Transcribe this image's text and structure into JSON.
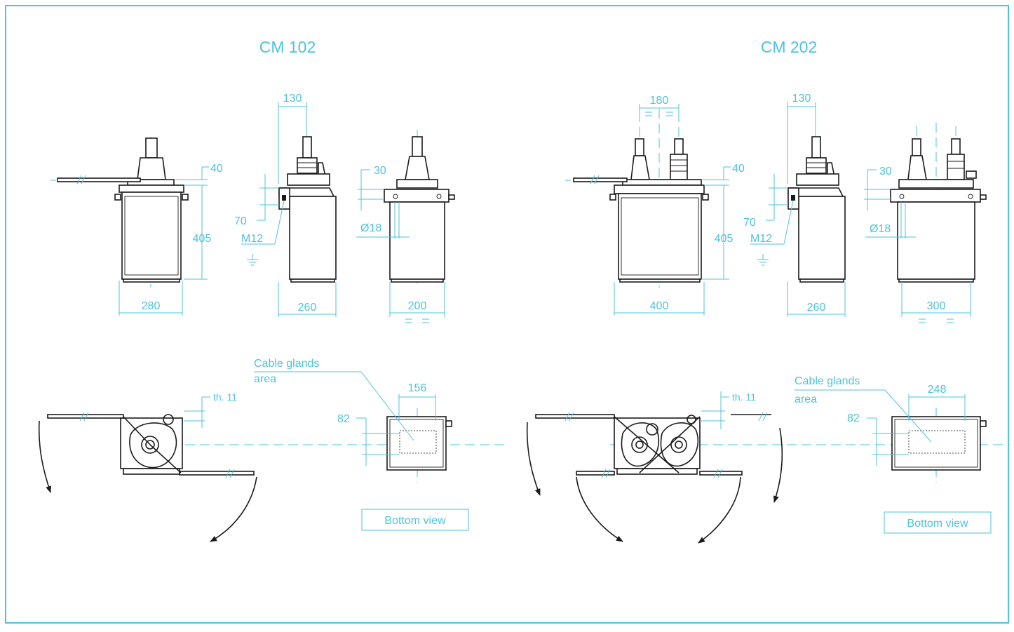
{
  "colors": {
    "frame": "#4ec3dc",
    "dimension": "#4ec3dc",
    "part": "#1a1a1a"
  },
  "cm102": {
    "title": "CM 102",
    "front": {
      "width": "280",
      "height": "405",
      "top_offset": "40"
    },
    "side": {
      "offset_top": "130",
      "width": "260",
      "height": "70",
      "thread": "M12"
    },
    "rear": {
      "offset": "30",
      "hole": "Ø18",
      "width": "200"
    },
    "bottom": {
      "thickness": "th. 11",
      "glands_label": "Cable glands",
      "glands_area": "area",
      "glands_width": "156",
      "glands_depth": "82",
      "view_label": "Bottom view"
    }
  },
  "cm202": {
    "title": "CM 202",
    "front": {
      "spacing": "180",
      "width": "400",
      "height": "405",
      "top_offset": "40"
    },
    "side": {
      "offset_top": "130",
      "width": "260",
      "height": "70",
      "thread": "M12"
    },
    "rear": {
      "offset": "30",
      "hole": "Ø18",
      "width": "300"
    },
    "bottom": {
      "thickness": "th. 11",
      "glands_label": "Cable glands",
      "glands_area": "area",
      "glands_width": "248",
      "glands_depth": "82",
      "view_label": "Bottom view"
    }
  }
}
